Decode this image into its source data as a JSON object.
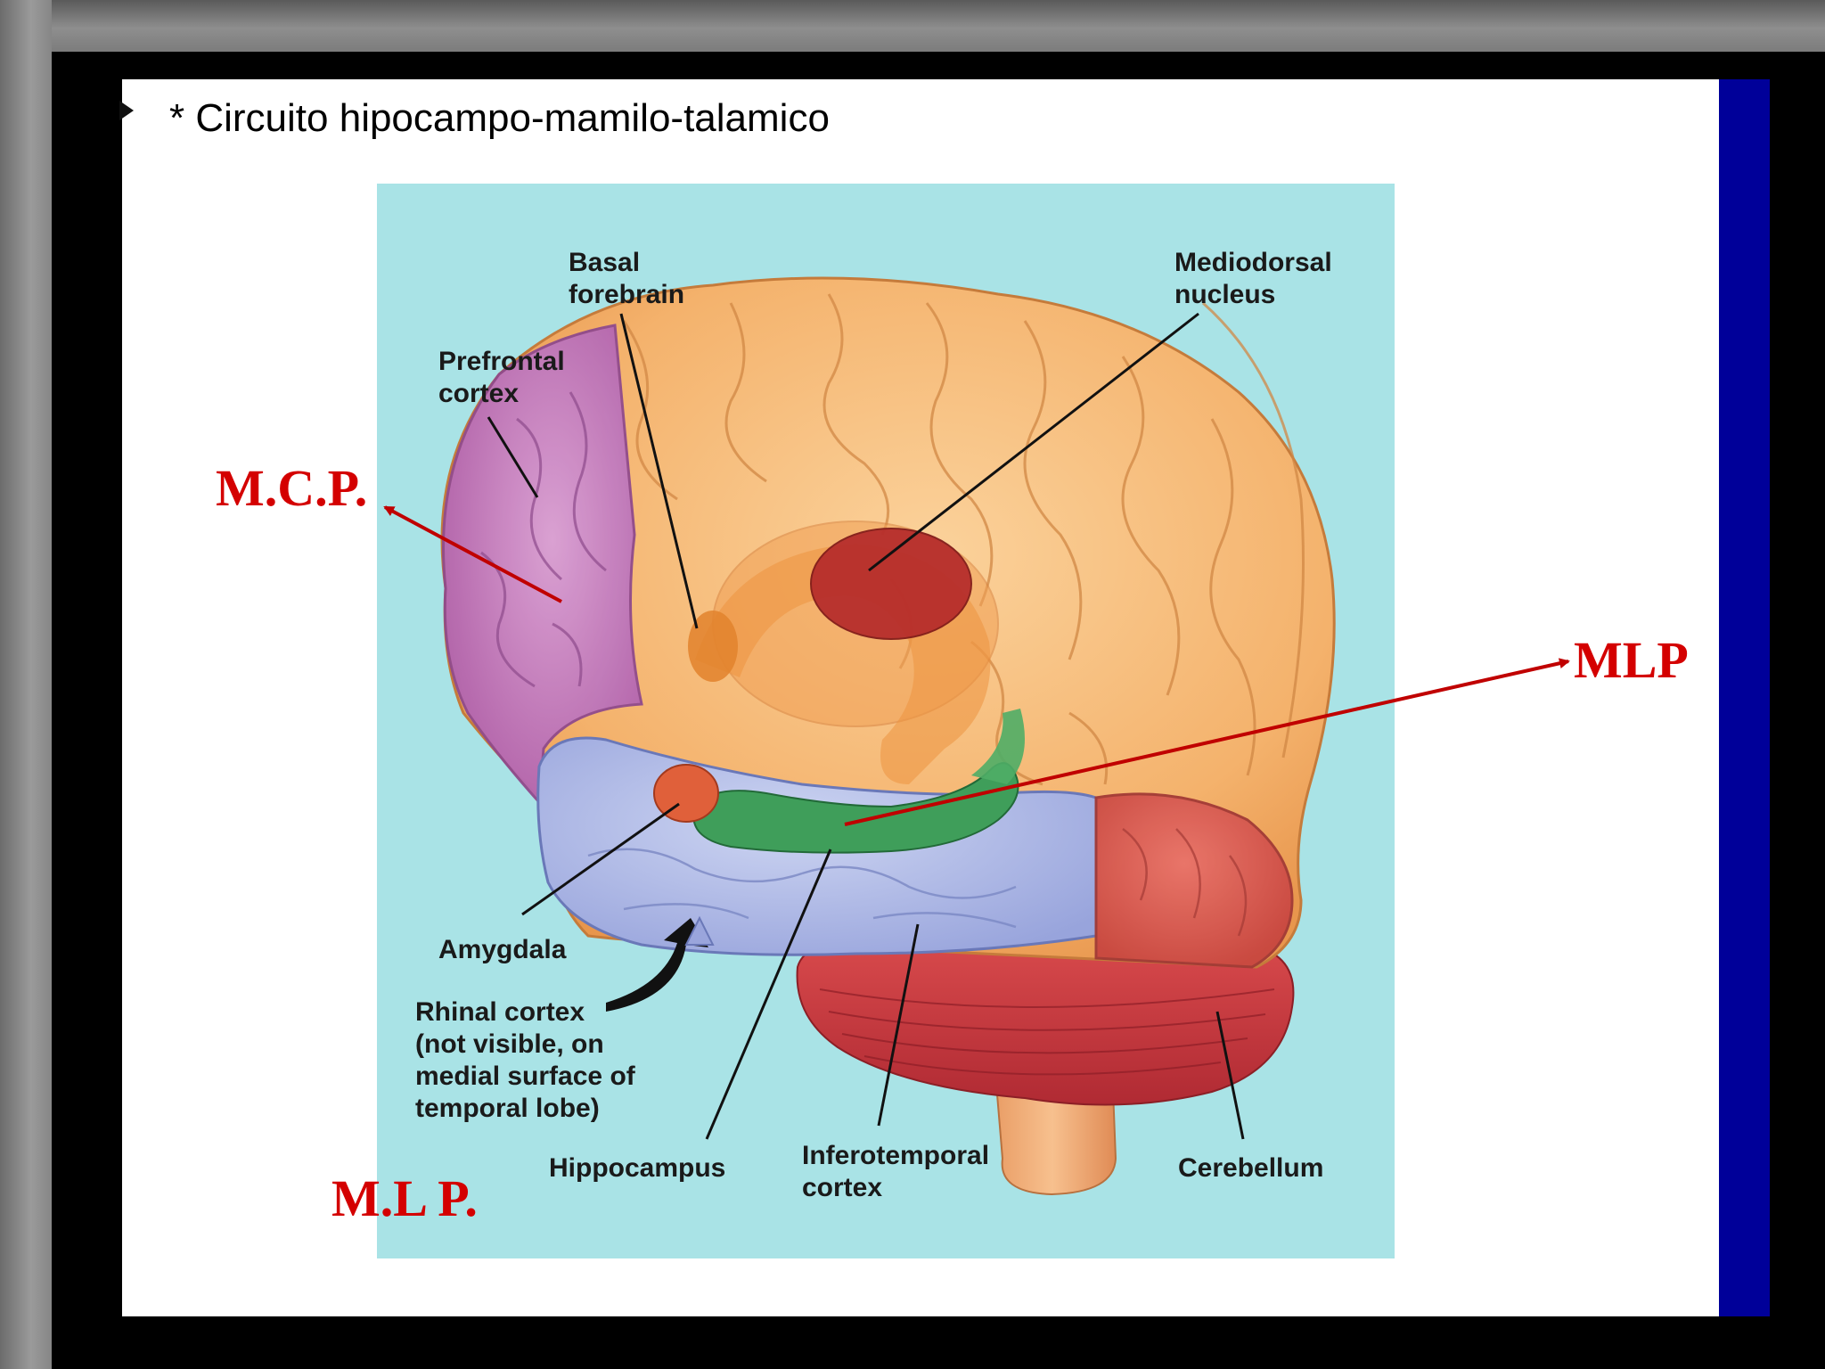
{
  "slide": {
    "title": "* Circuito hipocampo-mamilo-talamico"
  },
  "diagram": {
    "labels": {
      "basal_forebrain": [
        "Basal",
        "forebrain"
      ],
      "mediodorsal_nucleus": [
        "Mediodorsal",
        "nucleus"
      ],
      "prefrontal_cortex": [
        "Prefrontal",
        "cortex"
      ],
      "amygdala": [
        "Amygdala"
      ],
      "rhinal_cortex": [
        "Rhinal cortex",
        "(not visible, on",
        "medial surface of",
        "temporal lobe)"
      ],
      "hippocampus": [
        "Hippocampus"
      ],
      "inferotemporal_cortex": [
        "Inferotemporal",
        "cortex"
      ],
      "cerebellum": [
        "Cerebellum"
      ]
    },
    "annotations": {
      "mcp": "M.C.P.",
      "mlp": "MLP",
      "mlp_bottom": "M.L P."
    }
  },
  "colors": {
    "slide_background": "#ffffff",
    "right_bar": "#000099",
    "figure_background": "#a9e3e6",
    "annotation_red": "#d40000",
    "arrow_red": "#c00000",
    "brain_orange": "#f6b973",
    "prefrontal_purple": "#c47ec4",
    "temporal_blue": "#b4bfe8",
    "occipital_red": "#d9584f",
    "cerebellum_red": "#c8343a",
    "hippocampus_green": "#3f9e5a",
    "thalamus_red": "#b52a2a",
    "brainstem": "#f2b07a"
  }
}
